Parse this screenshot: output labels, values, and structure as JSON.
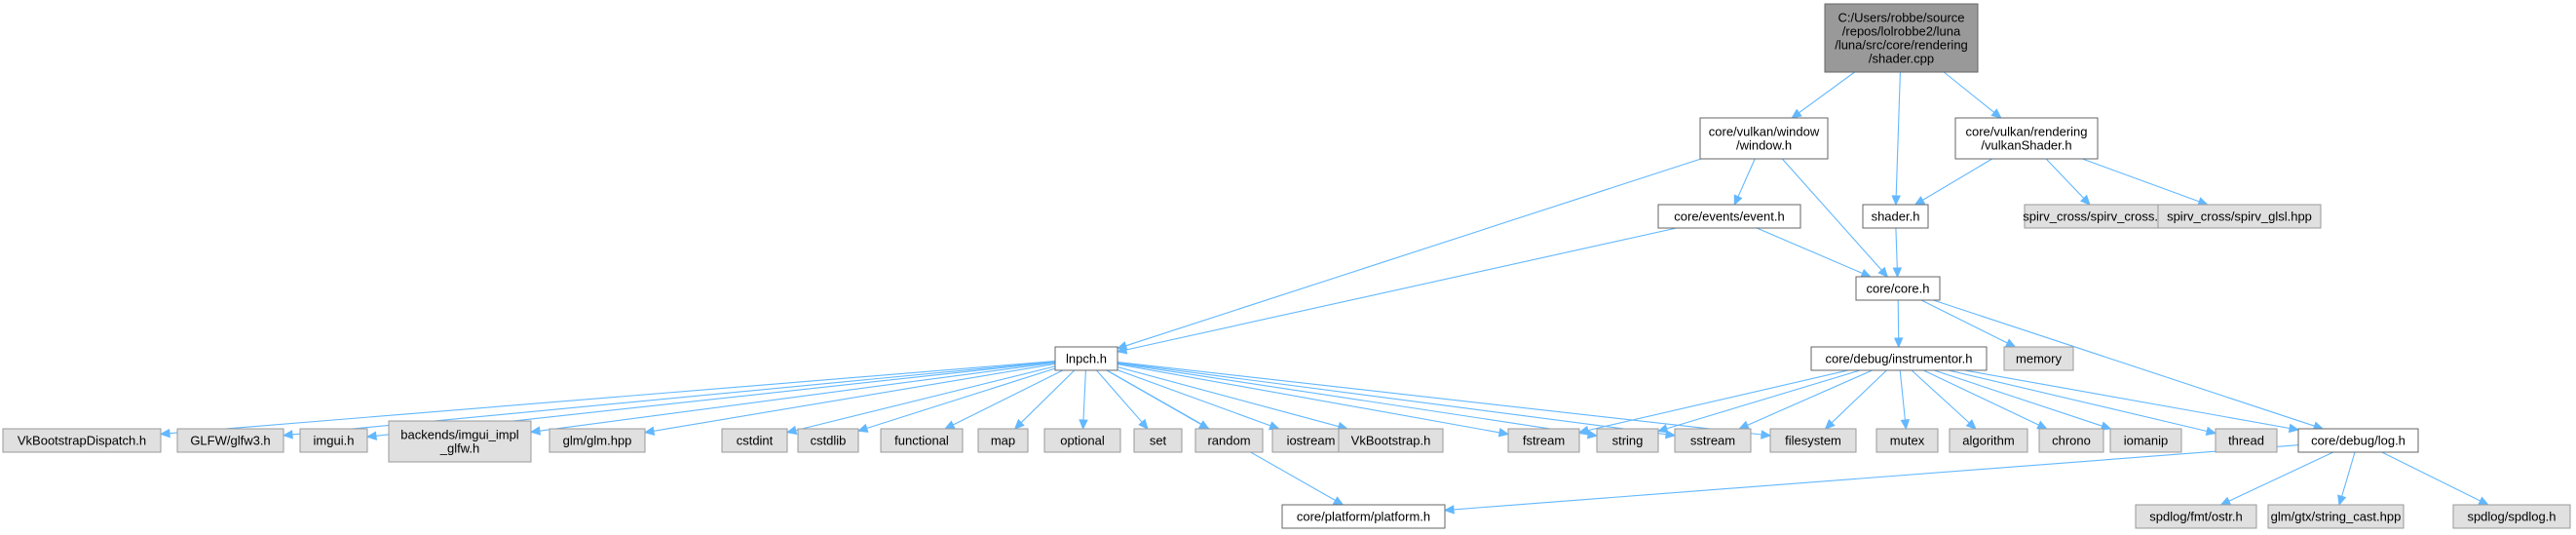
{
  "colors": {
    "root_fill": "#999999",
    "root_stroke": "#666666",
    "file_fill": "#ffffff",
    "file_stroke": "#666666",
    "external_fill": "#e0e0e0",
    "external_stroke": "#999999",
    "edge": "#63b8ff"
  },
  "nodes": {
    "root": {
      "lines": [
        "C:/Users/robbe/source",
        "/repos/lolrobbe2/luna",
        "/luna/src/core/rendering",
        "/shader.cpp"
      ],
      "kind": "root"
    },
    "window": {
      "lines": [
        "core/vulkan/window",
        "/window.h"
      ],
      "kind": "file"
    },
    "vulkanShader": {
      "lines": [
        "core/vulkan/rendering",
        "/vulkanShader.h"
      ],
      "kind": "file"
    },
    "event": {
      "lines": [
        "core/events/event.h"
      ],
      "kind": "file"
    },
    "shader": {
      "lines": [
        "shader.h"
      ],
      "kind": "file"
    },
    "spirv_cross": {
      "lines": [
        "spirv_cross/spirv_cross.hpp"
      ],
      "kind": "external"
    },
    "spirv_glsl": {
      "lines": [
        "spirv_cross/spirv_glsl.hpp"
      ],
      "kind": "external"
    },
    "core": {
      "lines": [
        "core/core.h"
      ],
      "kind": "file"
    },
    "lnpch": {
      "lines": [
        "lnpch.h"
      ],
      "kind": "file"
    },
    "instrumentor": {
      "lines": [
        "core/debug/instrumentor.h"
      ],
      "kind": "file"
    },
    "memory": {
      "lines": [
        "memory"
      ],
      "kind": "external"
    },
    "vkbd": {
      "lines": [
        "VkBootstrapDispatch.h"
      ],
      "kind": "external"
    },
    "glfw": {
      "lines": [
        "GLFW/glfw3.h"
      ],
      "kind": "external"
    },
    "imgui": {
      "lines": [
        "imgui.h"
      ],
      "kind": "external"
    },
    "imgui_impl": {
      "lines": [
        "backends/imgui_impl",
        "_glfw.h"
      ],
      "kind": "external"
    },
    "glm": {
      "lines": [
        "glm/glm.hpp"
      ],
      "kind": "external"
    },
    "cstdint": {
      "lines": [
        "cstdint"
      ],
      "kind": "external"
    },
    "cstdlib": {
      "lines": [
        "cstdlib"
      ],
      "kind": "external"
    },
    "functional": {
      "lines": [
        "functional"
      ],
      "kind": "external"
    },
    "map": {
      "lines": [
        "map"
      ],
      "kind": "external"
    },
    "optional": {
      "lines": [
        "optional"
      ],
      "kind": "external"
    },
    "set": {
      "lines": [
        "set"
      ],
      "kind": "external"
    },
    "random": {
      "lines": [
        "random"
      ],
      "kind": "external"
    },
    "iostream": {
      "lines": [
        "iostream"
      ],
      "kind": "external"
    },
    "vkb": {
      "lines": [
        "VkBootstrap.h"
      ],
      "kind": "external"
    },
    "fstream": {
      "lines": [
        "fstream"
      ],
      "kind": "external"
    },
    "string": {
      "lines": [
        "string"
      ],
      "kind": "external"
    },
    "sstream": {
      "lines": [
        "sstream"
      ],
      "kind": "external"
    },
    "filesystem": {
      "lines": [
        "filesystem"
      ],
      "kind": "external"
    },
    "mutex": {
      "lines": [
        "mutex"
      ],
      "kind": "external"
    },
    "algorithm": {
      "lines": [
        "algorithm"
      ],
      "kind": "external"
    },
    "chrono": {
      "lines": [
        "chrono"
      ],
      "kind": "external"
    },
    "iomanip": {
      "lines": [
        "iomanip"
      ],
      "kind": "external"
    },
    "thread": {
      "lines": [
        "thread"
      ],
      "kind": "external"
    },
    "log": {
      "lines": [
        "core/debug/log.h"
      ],
      "kind": "file"
    },
    "platform": {
      "lines": [
        "core/platform/platform.h"
      ],
      "kind": "file"
    },
    "ostr": {
      "lines": [
        "spdlog/fmt/ostr.h"
      ],
      "kind": "external"
    },
    "string_cast": {
      "lines": [
        "glm/gtx/string_cast.hpp"
      ],
      "kind": "external"
    },
    "spdlog": {
      "lines": [
        "spdlog/spdlog.h"
      ],
      "kind": "external"
    }
  },
  "edges": [
    [
      "root",
      "window"
    ],
    [
      "root",
      "shader"
    ],
    [
      "root",
      "vulkanShader"
    ],
    [
      "window",
      "lnpch"
    ],
    [
      "window",
      "event"
    ],
    [
      "window",
      "core"
    ],
    [
      "vulkanShader",
      "shader"
    ],
    [
      "vulkanShader",
      "spirv_cross"
    ],
    [
      "vulkanShader",
      "spirv_glsl"
    ],
    [
      "shader",
      "core"
    ],
    [
      "event",
      "lnpch"
    ],
    [
      "event",
      "core"
    ],
    [
      "core",
      "instrumentor"
    ],
    [
      "core",
      "memory"
    ],
    [
      "core",
      "log"
    ],
    [
      "lnpch",
      "vkbd"
    ],
    [
      "lnpch",
      "glfw"
    ],
    [
      "lnpch",
      "imgui"
    ],
    [
      "lnpch",
      "imgui_impl"
    ],
    [
      "lnpch",
      "glm"
    ],
    [
      "lnpch",
      "cstdint"
    ],
    [
      "lnpch",
      "cstdlib"
    ],
    [
      "lnpch",
      "functional"
    ],
    [
      "lnpch",
      "map"
    ],
    [
      "lnpch",
      "optional"
    ],
    [
      "lnpch",
      "set"
    ],
    [
      "lnpch",
      "random"
    ],
    [
      "lnpch",
      "iostream"
    ],
    [
      "lnpch",
      "vkb"
    ],
    [
      "lnpch",
      "fstream"
    ],
    [
      "lnpch",
      "string"
    ],
    [
      "lnpch",
      "sstream"
    ],
    [
      "lnpch",
      "filesystem"
    ],
    [
      "lnpch",
      "platform"
    ],
    [
      "instrumentor",
      "fstream"
    ],
    [
      "instrumentor",
      "string"
    ],
    [
      "instrumentor",
      "sstream"
    ],
    [
      "instrumentor",
      "filesystem"
    ],
    [
      "instrumentor",
      "mutex"
    ],
    [
      "instrumentor",
      "algorithm"
    ],
    [
      "instrumentor",
      "chrono"
    ],
    [
      "instrumentor",
      "iomanip"
    ],
    [
      "instrumentor",
      "thread"
    ],
    [
      "instrumentor",
      "log"
    ],
    [
      "log",
      "platform"
    ],
    [
      "log",
      "ostr"
    ],
    [
      "log",
      "string_cast"
    ],
    [
      "log",
      "spdlog"
    ]
  ]
}
